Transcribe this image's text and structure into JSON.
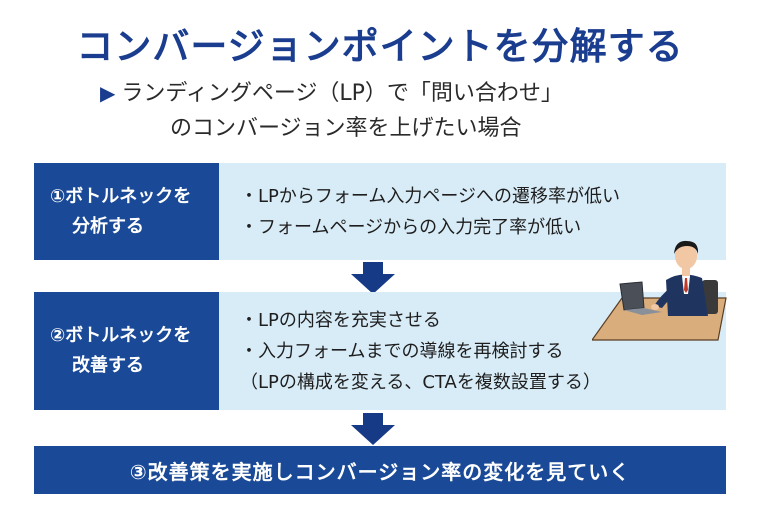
{
  "title": "コンバージョンポイントを分解する",
  "subtitle": {
    "line1": "ランディングページ（LP）で「問い合わせ」",
    "line2": "のコンバージョン率を上げたい場合"
  },
  "steps": [
    {
      "label_line1": "①ボトルネックを",
      "label_line2": "分析する",
      "items": [
        "・LPからフォーム入力ページへの遷移率が低い",
        "・フォームページからの入力完了率が低い"
      ]
    },
    {
      "label_line1": "②ボトルネックを",
      "label_line2": "改善する",
      "items": [
        "・LPの内容を充実させる",
        "・入力フォームまでの導線を再検討する",
        "（LPの構成を変える、CTAを複数設置する）"
      ]
    }
  ],
  "final_step": "③改善策を実施しコンバージョン率の変化を見ていく",
  "colors": {
    "primary": "#1a4a97",
    "title": "#1a3d8f",
    "light_panel": "#d8ecf8",
    "arrow": "#163a86"
  },
  "icons": {
    "bullet": "play-triangle-icon",
    "arrow": "arrow-down-icon",
    "illustration": "businessman-at-laptop-illustration"
  }
}
